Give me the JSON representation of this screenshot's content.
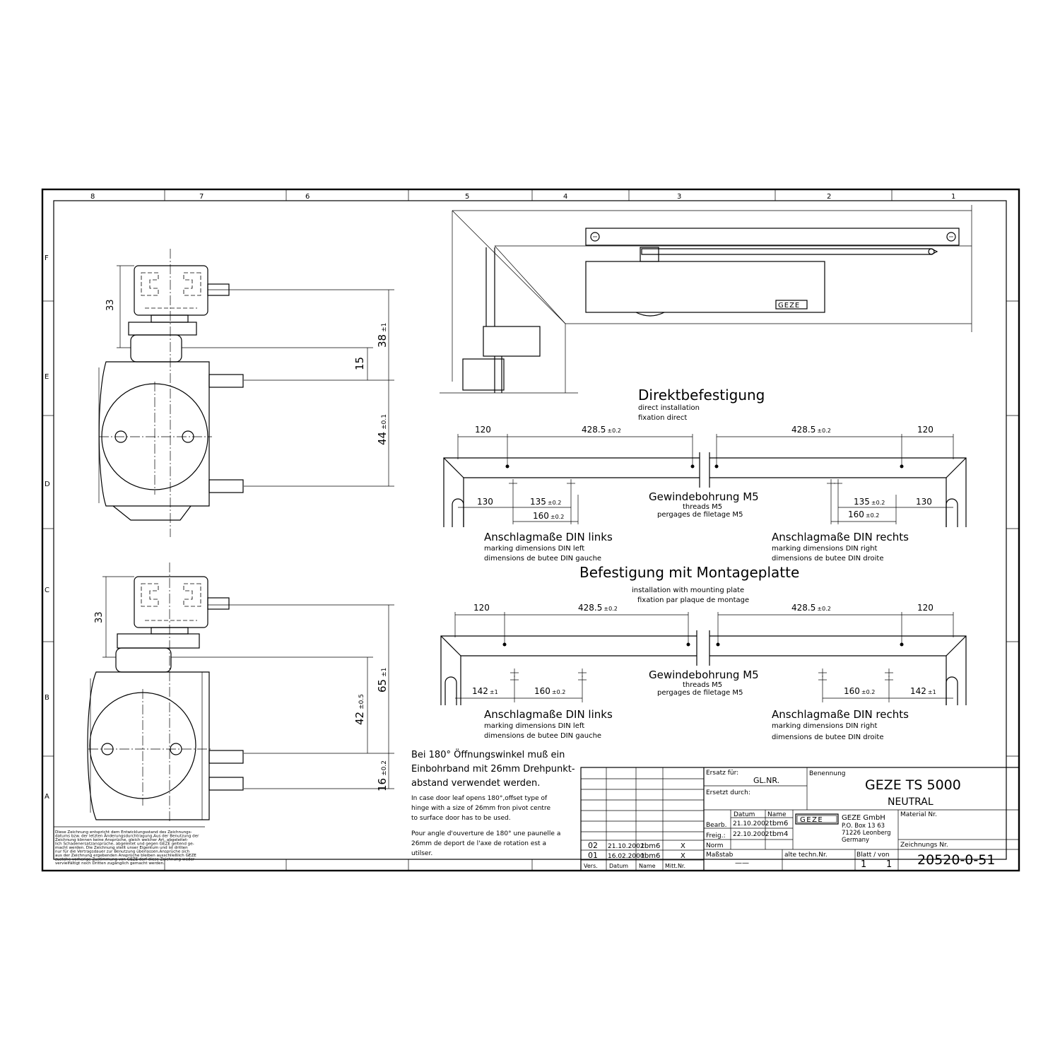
{
  "frame": {
    "top_columns": [
      "8",
      "7",
      "6",
      "5",
      "4",
      "3",
      "2",
      "1"
    ],
    "side_rows": [
      "F",
      "E",
      "D",
      "C",
      "B",
      "A"
    ]
  },
  "side_views": {
    "top_dims": {
      "d33": "33",
      "d38": "38",
      "d38_tol": "±1",
      "d15": "15",
      "d44": "44",
      "d44_tol": "±0.1"
    },
    "bottom_dims": {
      "d33": "33",
      "d65": "65",
      "d65_tol": "±1",
      "d42": "42",
      "d42_tol": "±0.5",
      "d16": "16",
      "d16_tol": "±0.2"
    }
  },
  "direct": {
    "title": "Direktbefestigung",
    "sub1": "direct installation",
    "sub2": "fixation direct",
    "dim_120_l": "120",
    "dim_428_l": "428.5",
    "dim_428_l_tol": "±0.2",
    "dim_428_r": "428.5",
    "dim_428_r_tol": "±0.2",
    "dim_120_r": "120",
    "dim_130_l": "130",
    "dim_135_l": "135",
    "dim_135_l_tol": "±0.2",
    "dim_160_l": "160",
    "dim_160_l_tol": "±0.2",
    "dim_135_r": "135",
    "dim_135_r_tol": "±0.2",
    "dim_160_r": "160",
    "dim_160_r_tol": "±0.2",
    "dim_130_r": "130",
    "thread_title": "Gewindebohrung M5",
    "thread_en": "threads M5",
    "thread_fr": "pergages de filetage M5",
    "left_title": "Anschlagmaße DIN links",
    "left_en": "marking dimensions DIN left",
    "left_fr": "dimensions de butee DIN gauche",
    "right_title": "Anschlagmaße DIN rechts",
    "right_en": "marking dimensions DIN right",
    "right_fr": "dimensions de butee DIN droite"
  },
  "plate": {
    "title": "Befestigung mit Montageplatte",
    "sub1": "installation with mounting plate",
    "sub2": "fixation par plaque de montage",
    "dim_120_l": "120",
    "dim_428_l": "428.5",
    "dim_428_l_tol": "±0.2",
    "dim_428_r": "428.5",
    "dim_428_r_tol": "±0.2",
    "dim_120_r": "120",
    "dim_142_l": "142",
    "dim_142_l_tol": "±1",
    "dim_160_l": "160",
    "dim_160_l_tol": "±0.2",
    "dim_160_r": "160",
    "dim_160_r_tol": "±0.2",
    "dim_142_r": "142",
    "dim_142_r_tol": "±1",
    "thread_title": "Gewindebohrung M5",
    "thread_en": "threads M5",
    "thread_fr": "pergages de filetage M5",
    "left_title": "Anschlagmaße DIN links",
    "left_en": "marking dimensions DIN left",
    "left_fr": "dimensions de butee DIN gauche",
    "right_title": "Anschlagmaße DIN rechts",
    "right_en": "marking dimensions DIN right",
    "right_fr": "dimensions de butee DIN droite"
  },
  "product_logo": "GEZE",
  "note": {
    "de_l1": "Bei 180° Öffnungswinkel muß ein",
    "de_l2": "Einbohrband mit 26mm Drehpunkt-",
    "de_l3": "abstand verwendet werden.",
    "en_l1": "In case door leaf opens 180°,offset type of",
    "en_l2": "hinge with a size of 26mm fron pivot centre",
    "en_l3": "to surface door has to be used.",
    "fr_l1": "Pour angle d'ouverture de 180° une paunelle a",
    "fr_l2": "26mm de deport de l'axe de rotation est a",
    "fr_l3": "utilser."
  },
  "copyright": {
    "l1": "Diese Zeichnung entspricht dem Entwicklungsstand des Zeichnungs-",
    "l2": "datums bzw. der letzten Änderungsdurchtragung.Aus der Benutzung der",
    "l3": "Zeichnung können keine Ansprüche, gleich welcher Art, abgeleitet-",
    "l4": "lich Schadenersatzansprüche, abgeleitet und gegen GEZE geltend ge-",
    "l5": "macht werden. Die Zeichnung stellt unser Eigentum und ist dritten",
    "l6": "nur für die Vertragsdauer zur Benutzung überlassen.Ansprüche sich",
    "l7": "aus der Zeichnung ergebenden Ansprüche bleiben ausschließlich GEZE",
    "l8": "zustehe vorherige Zustimmung von GEZE darf diese Zeichnung weder",
    "l9": "vervielfältigt noch Dritten zugänglich gemacht werden."
  },
  "revisions": {
    "rows": [
      {
        "vers": "02",
        "datum": "21.10.2002",
        "name": "tbm6",
        "mitt": "X"
      },
      {
        "vers": "01",
        "datum": "16.02.2000",
        "name": "tbm6",
        "mitt": "X"
      }
    ],
    "headers": {
      "vers": "Vers.",
      "datum": "Datum",
      "name": "Name",
      "mitt": "Mitt.Nr."
    }
  },
  "title_block": {
    "ersatz_fuer_label": "Ersatz für:",
    "ersatz_fuer_value": "GL.NR.",
    "ersetzt_durch_label": "Ersetzt durch:",
    "benennung_label": "Benennung",
    "benennung_l1": "GEZE TS 5000",
    "benennung_l2": "NEUTRAL",
    "datum_label": "Datum",
    "name_label": "Name",
    "bearb_label": "Bearb.",
    "bearb_datum": "21.10.2002",
    "bearb_name": "tbm6",
    "freig_label": "Freig.:",
    "freig_datum": "22.10.2002",
    "freig_name": "tbm4",
    "norm_label": "Norm",
    "company_logo": "GEZE",
    "company_l1": "GEZE GmbH",
    "company_l2": "P.O. Box 13 63",
    "company_l3": "71226 Leonberg",
    "company_l4": "Germany",
    "material_label": "Material Nr.",
    "massstab_label": "Maßstab",
    "massstab_value": "——",
    "alte_label": "alte techn.Nr.",
    "blatt_label": "Blatt / von",
    "blatt_value": "1",
    "von_value": "1",
    "zeichnungs_label": "Zeichnungs Nr.",
    "zeichnungs_value": "20520-0-51"
  }
}
